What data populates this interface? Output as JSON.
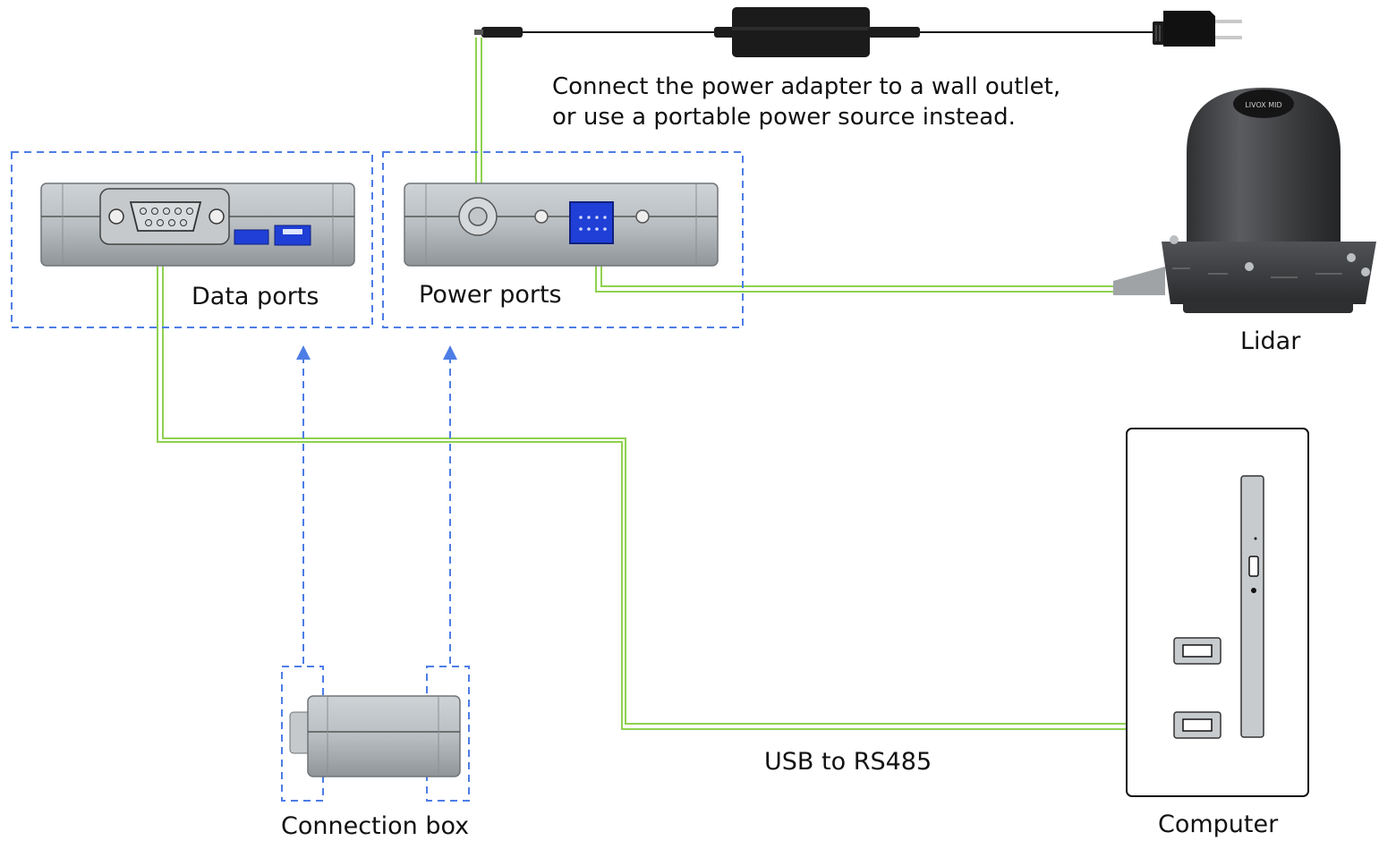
{
  "instructions": {
    "power_line1": "Connect the power adapter to a wall outlet,",
    "power_line2": "or use a portable power source instead."
  },
  "labels": {
    "data_ports": "Data ports",
    "power_ports": "Power ports",
    "lidar": "Lidar",
    "computer": "Computer",
    "connection_box": "Connection box",
    "usb_rs485": "USB to RS485"
  },
  "lidar_badge": "LIVOX MID",
  "colors": {
    "cable": "#8fd14f",
    "dashed_outline": "#4d7de6",
    "port_blue": "#1f3fd6",
    "device_gray": "#b9bec2",
    "device_dark": "#3b3c3e"
  }
}
